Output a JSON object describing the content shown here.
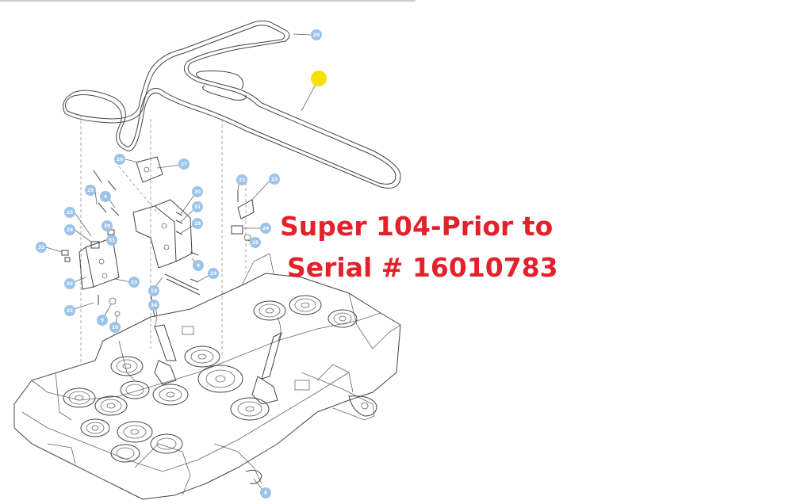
{
  "title": {
    "line1": "Super 104-Prior to",
    "line2": "Serial # 16010783"
  },
  "colors": {
    "title": "#e3212b",
    "callout_fill": "#9cc3e8",
    "highlight_dot": "#f6e000",
    "line_art": "#444444"
  },
  "callouts": [
    "20",
    "26",
    "27",
    "29",
    "4",
    "22",
    "23",
    "30",
    "31",
    "28",
    "25",
    "30",
    "31",
    "24",
    "24",
    "25",
    "33",
    "4",
    "29",
    "32",
    "33",
    "18",
    "34",
    "22",
    "9",
    "10",
    "8"
  ]
}
